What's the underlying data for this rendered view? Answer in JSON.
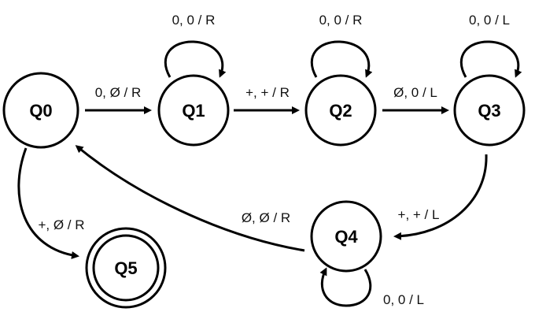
{
  "diagram": {
    "states": {
      "q0": {
        "label": "Q0"
      },
      "q1": {
        "label": "Q1"
      },
      "q2": {
        "label": "Q2"
      },
      "q3": {
        "label": "Q3"
      },
      "q4": {
        "label": "Q4"
      },
      "q5": {
        "label": "Q5",
        "accepting": true
      }
    },
    "transitions": {
      "q0_q1": {
        "from": "Q0",
        "to": "Q1",
        "label": "0, Ø / R"
      },
      "q1_q2": {
        "from": "Q1",
        "to": "Q2",
        "label": "+, + / R"
      },
      "q2_q3": {
        "from": "Q2",
        "to": "Q3",
        "label": "Ø, 0 / L"
      },
      "q3_q4": {
        "from": "Q3",
        "to": "Q4",
        "label": "+, + / L"
      },
      "q4_q0": {
        "from": "Q4",
        "to": "Q0",
        "label": "Ø, Ø / R"
      },
      "q0_q5": {
        "from": "Q0",
        "to": "Q5",
        "label": "+, Ø / R"
      },
      "q1_loop": {
        "from": "Q1",
        "to": "Q1",
        "label": "0, 0 / R"
      },
      "q2_loop": {
        "from": "Q2",
        "to": "Q2",
        "label": "0, 0 / R"
      },
      "q3_loop": {
        "from": "Q3",
        "to": "Q3",
        "label": "0, 0 / L"
      },
      "q4_loop": {
        "from": "Q4",
        "to": "Q4",
        "label": "0, 0 / L"
      }
    }
  }
}
